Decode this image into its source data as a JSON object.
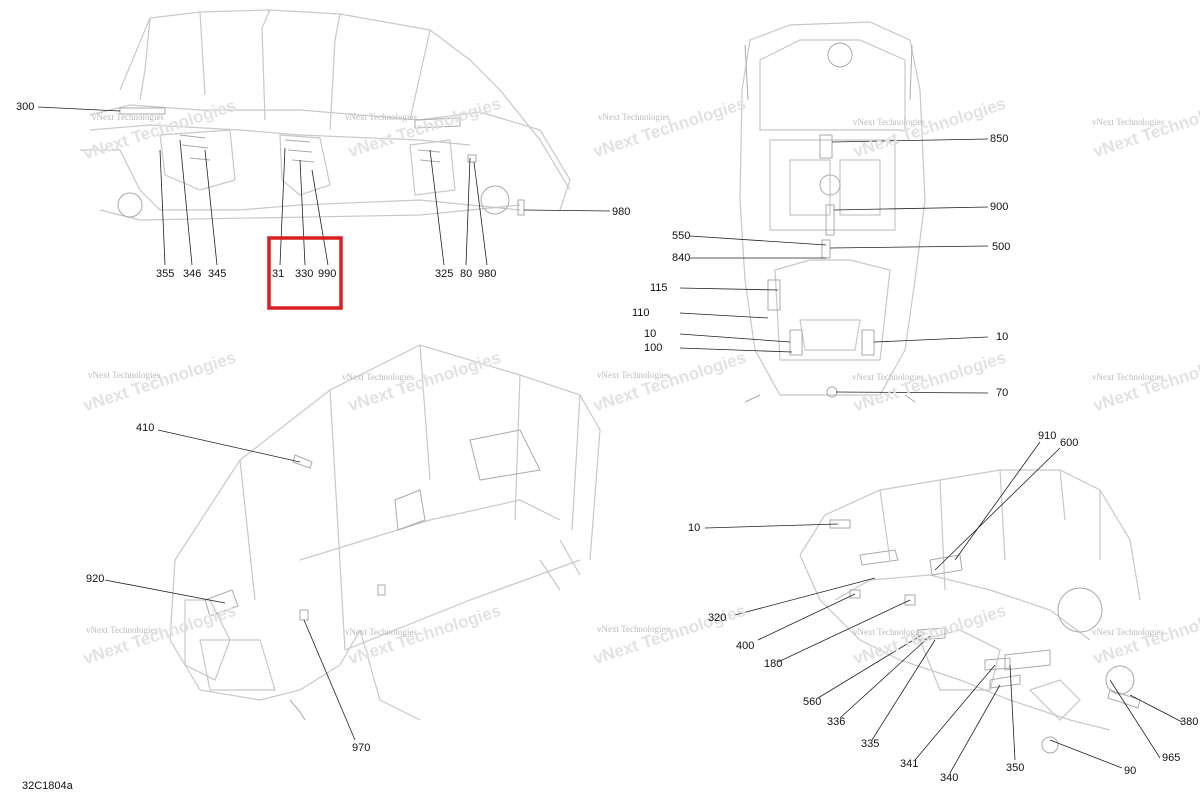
{
  "diagram_id": "32C1804a",
  "watermark": {
    "small_text": "vNext Technologies",
    "large_text": "vNext Technologies"
  },
  "highlight_color": "#d91f1f",
  "callouts": {
    "side_view": [
      "300",
      "355",
      "346",
      "345",
      "31",
      "330",
      "990",
      "325",
      "80",
      "980",
      "980"
    ],
    "top_view": [
      "850",
      "900",
      "550",
      "500",
      "840",
      "115",
      "110",
      "10",
      "10",
      "100",
      "70"
    ],
    "front_view": [
      "410",
      "920",
      "970"
    ],
    "rear_view": [
      "910",
      "600",
      "10",
      "320",
      "400",
      "180",
      "560",
      "336",
      "335",
      "341",
      "340",
      "350",
      "90",
      "965",
      "380"
    ]
  }
}
